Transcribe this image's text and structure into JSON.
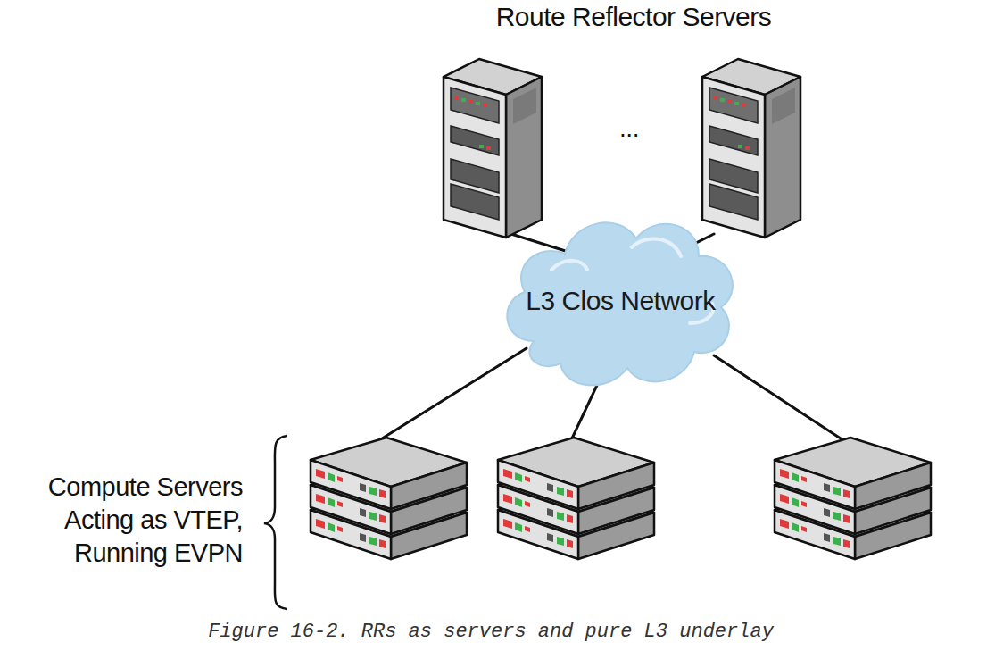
{
  "diagram": {
    "caption": "Figure 16-2. RRs as servers and pure L3 underlay",
    "nodes": [
      {
        "text": [
          "L3 Clos Network"
        ]
      }
    ],
    "labels": [
      "Route Reflector Servers",
      "...",
      "Compute Servers Acting as VTEP, Running EVPN"
    ]
  }
}
